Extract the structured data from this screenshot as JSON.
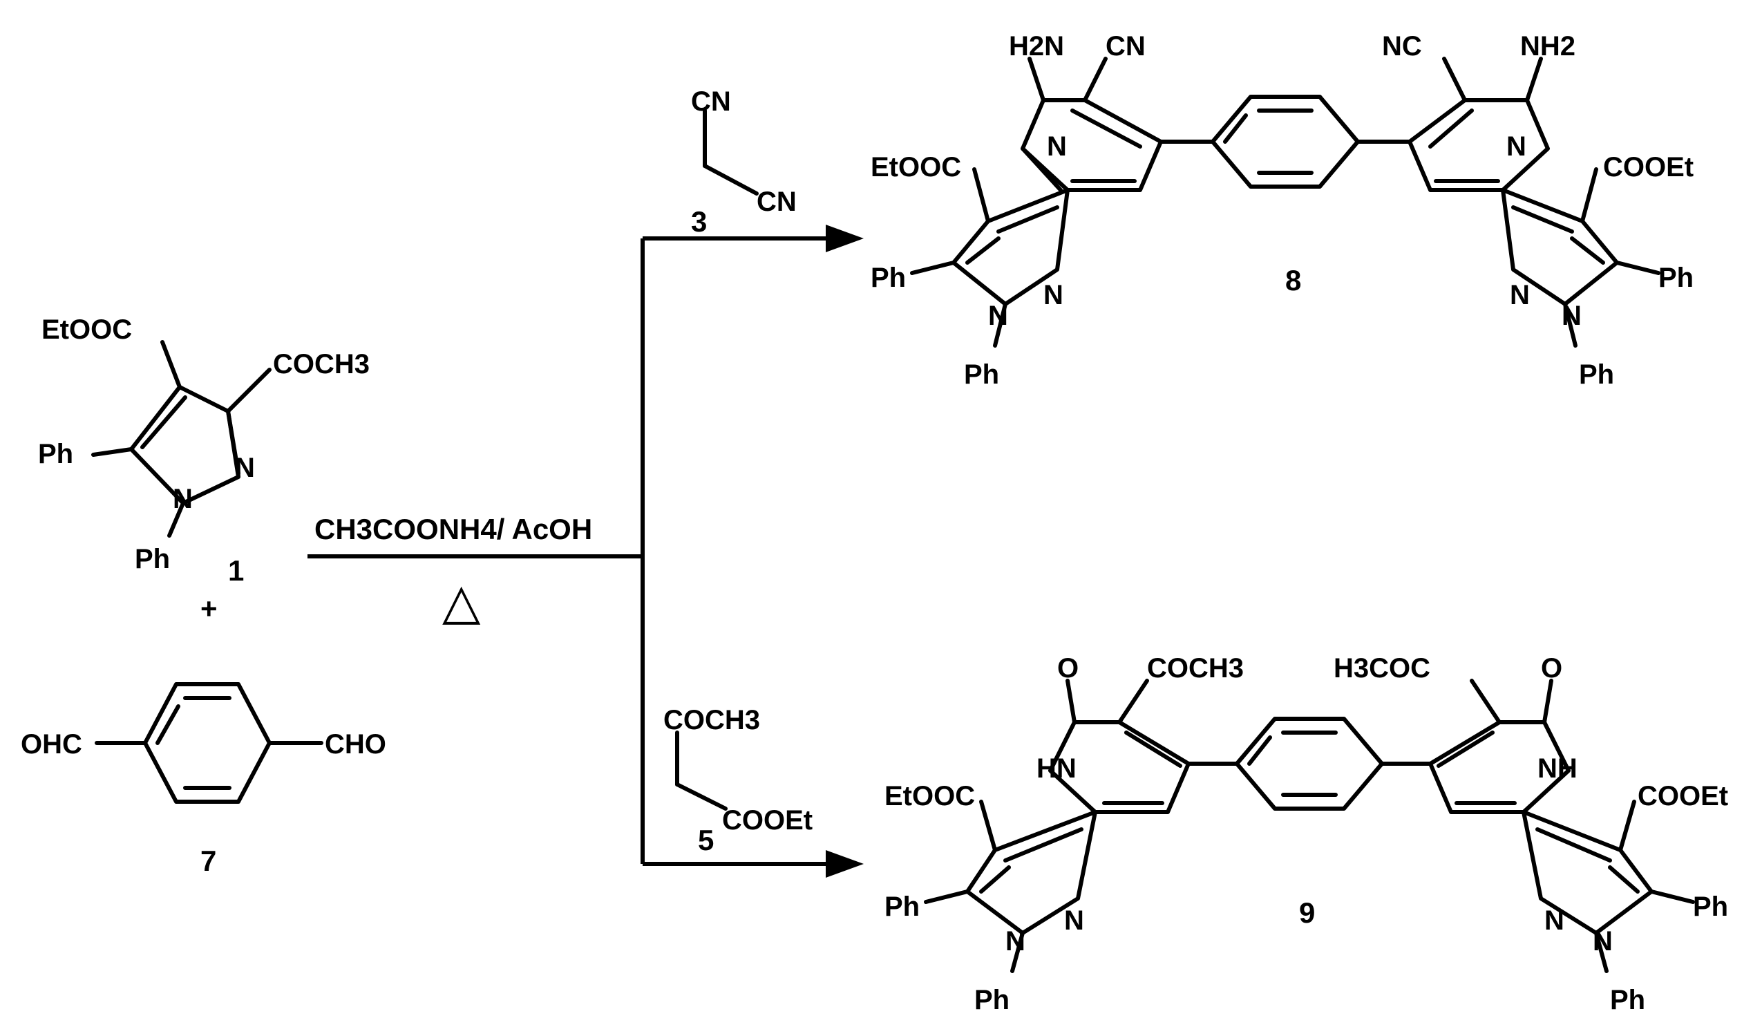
{
  "scheme": {
    "starting_material_1": {
      "substituents": [
        "EtOOC",
        "COCH3",
        "Ph",
        "N",
        "N",
        "Ph"
      ],
      "label": "1"
    },
    "plus": "+",
    "starting_material_7": {
      "substituents": [
        "OHC",
        "CHO"
      ],
      "label": "7"
    },
    "conditions": {
      "reagents": "CH3COONH4/ AcOH",
      "heat_symbol": "△"
    },
    "reagent_3": {
      "groups": [
        "CN",
        "CN"
      ],
      "label": "3"
    },
    "reagent_5": {
      "groups": [
        "COCH3",
        "COOEt"
      ],
      "label": "5"
    },
    "product_8": {
      "label": "8",
      "atoms": [
        "H2N",
        "CN",
        "NC",
        "NH2",
        "N",
        "N",
        "EtOOC",
        "COOEt",
        "Ph",
        "N",
        "N",
        "Ph",
        "N",
        "N",
        "Ph",
        "Ph"
      ]
    },
    "product_9": {
      "label": "9",
      "atoms": [
        "O",
        "COCH3",
        "H3COC",
        "O",
        "HN",
        "NH",
        "EtOOC",
        "COOEt",
        "Ph",
        "N",
        "N",
        "Ph",
        "N",
        "N",
        "Ph",
        "Ph"
      ]
    }
  }
}
